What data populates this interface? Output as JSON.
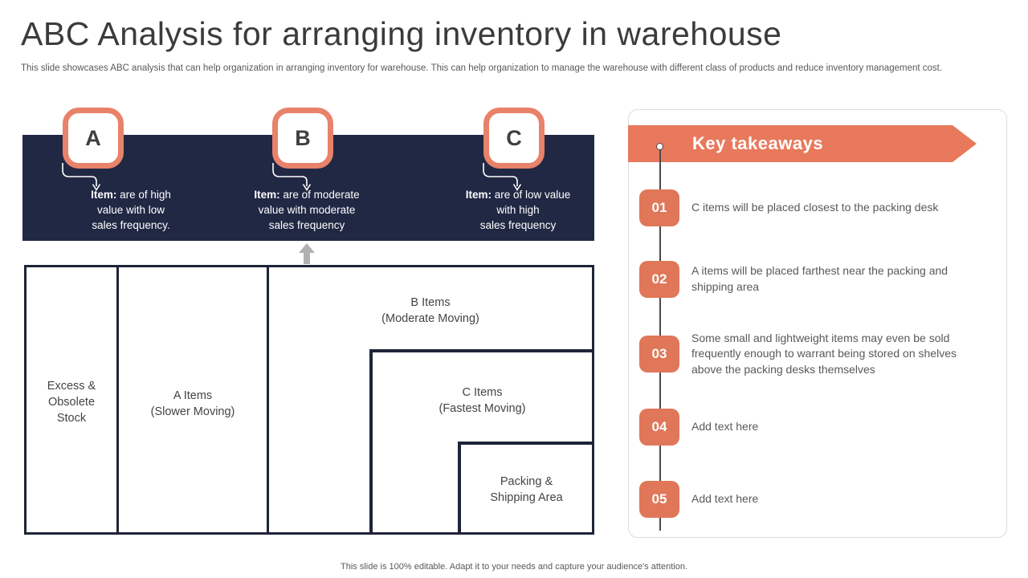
{
  "colors": {
    "accent_orange": "#e8795c",
    "badge_border_orange": "#e8826a",
    "navy": "#212844",
    "layout_line_navy": "#1e2438",
    "body_text_gray": "#595959",
    "title_gray": "#3b3b3b",
    "up_arrow_gray": "#b0b0b0"
  },
  "header": {
    "title": "ABC Analysis for arranging inventory in warehouse",
    "subtitle": "This slide showcases ABC analysis that can help organization in arranging inventory for warehouse. This can help organization to manage the warehouse with different class of products and reduce inventory management cost."
  },
  "abc_banner": {
    "classes": [
      {
        "letter": "A",
        "item_label": "Item:",
        "description": " are of high\nvalue with low\nsales frequency."
      },
      {
        "letter": "B",
        "item_label": "Item:",
        "description": " are of moderate\nvalue with moderate\nsales frequency"
      },
      {
        "letter": "C",
        "item_label": "Item:",
        "description": " are of low value\nwith high\nsales frequency"
      }
    ]
  },
  "warehouse_layout": {
    "zones": {
      "excess": "Excess &\nObsolete\nStock",
      "a_items": "A Items\n(Slower Moving)",
      "b_items": "B Items\n(Moderate Moving)",
      "c_items": "C Items\n(Fastest Moving)",
      "packing": "Packing &\nShipping Area"
    }
  },
  "takeaways": {
    "title": "Key takeaways",
    "items": [
      {
        "number": "01",
        "text": "C items will be placed closest to the packing desk"
      },
      {
        "number": "02",
        "text": "A items will be placed farthest near the packing and shipping area"
      },
      {
        "number": "03",
        "text": "Some small and lightweight items may even be sold frequently enough to warrant being stored on shelves above the packing desks themselves"
      },
      {
        "number": "04",
        "text": "Add text here"
      },
      {
        "number": "05",
        "text": "Add text here"
      }
    ]
  },
  "footer": {
    "text": "This slide is 100% editable. Adapt it to your needs and capture your audience's attention."
  }
}
